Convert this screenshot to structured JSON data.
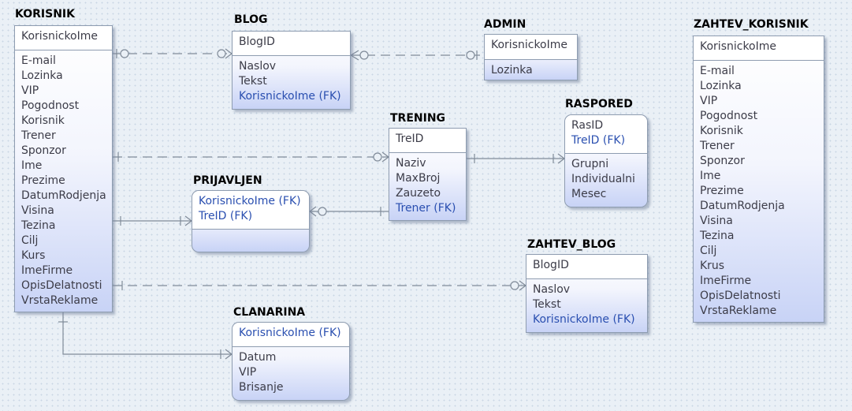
{
  "entities": {
    "korisnik": {
      "title": "KORISNIK",
      "pk": [
        "KorisnickoIme"
      ],
      "attrs": [
        "E-mail",
        "Lozinka",
        "VIP",
        "Pogodnost",
        "Korisnik",
        "Trener",
        "Sponzor",
        "Ime",
        "Prezime",
        "DatumRodjenja",
        "Visina",
        "Tezina",
        "Cilj",
        "Kurs",
        "ImeFirme",
        "OpisDelatnosti",
        "VrstaReklame"
      ]
    },
    "blog": {
      "title": "BLOG",
      "pk": [
        "BlogID"
      ],
      "attrs": [
        "Naslov",
        "Tekst",
        "KorisnickoIme (FK)"
      ]
    },
    "admin": {
      "title": "ADMIN",
      "pk": [
        "KorisnickoIme"
      ],
      "attrs": [
        "Lozinka"
      ]
    },
    "zahtev_korisnik": {
      "title": "ZAHTEV_KORISNIK",
      "pk": [
        "KorisnickoIme"
      ],
      "attrs": [
        "E-mail",
        "Lozinka",
        "VIP",
        "Pogodnost",
        "Korisnik",
        "Trener",
        "Sponzor",
        "Ime",
        "Prezime",
        "DatumRodjenja",
        "Visina",
        "Tezina",
        "Cilj",
        "Krus",
        "ImeFirme",
        "OpisDelatnosti",
        "VrstaReklame"
      ]
    },
    "trening": {
      "title": "TRENING",
      "pk": [
        "TreID"
      ],
      "attrs": [
        "Naziv",
        "MaxBroj",
        "Zauzeto",
        "Trener (FK)"
      ]
    },
    "raspored": {
      "title": "RASPORED",
      "pk": [
        "RasID",
        "TreID (FK)"
      ],
      "attrs": [
        "Grupni",
        "Individualni",
        "Mesec"
      ]
    },
    "prijavljen": {
      "title": "PRIJAVLJEN",
      "pk": [
        "KorisnickoIme (FK)",
        "TreID (FK)"
      ],
      "attrs": []
    },
    "zahtev_blog": {
      "title": "ZAHTEV_BLOG",
      "pk": [
        "BlogID"
      ],
      "attrs": [
        "Naslov",
        "Tekst",
        "KorisnickoIme (FK)"
      ]
    },
    "clanarina": {
      "title": "CLANARINA",
      "pk": [
        "KorisnickoIme (FK)"
      ],
      "attrs": [
        "Datum",
        "VIP",
        "Brisanje"
      ]
    }
  },
  "relationships": [
    {
      "from": "korisnik",
      "to": "blog",
      "style": "dashed"
    },
    {
      "from": "blog",
      "to": "admin",
      "style": "dashed"
    },
    {
      "from": "korisnik",
      "to": "trening",
      "style": "dashed"
    },
    {
      "from": "trening",
      "to": "raspored",
      "style": "solid"
    },
    {
      "from": "korisnik",
      "to": "prijavljen",
      "style": "solid"
    },
    {
      "from": "prijavljen",
      "to": "trening",
      "style": "solid"
    },
    {
      "from": "korisnik",
      "to": "zahtev_blog",
      "style": "dashed"
    },
    {
      "from": "korisnik",
      "to": "clanarina",
      "style": "solid"
    }
  ],
  "colors": {
    "fk_text": "#2a4fb0",
    "text": "#3c3c48",
    "border": "#8e9cb0",
    "line": "#808b99"
  }
}
